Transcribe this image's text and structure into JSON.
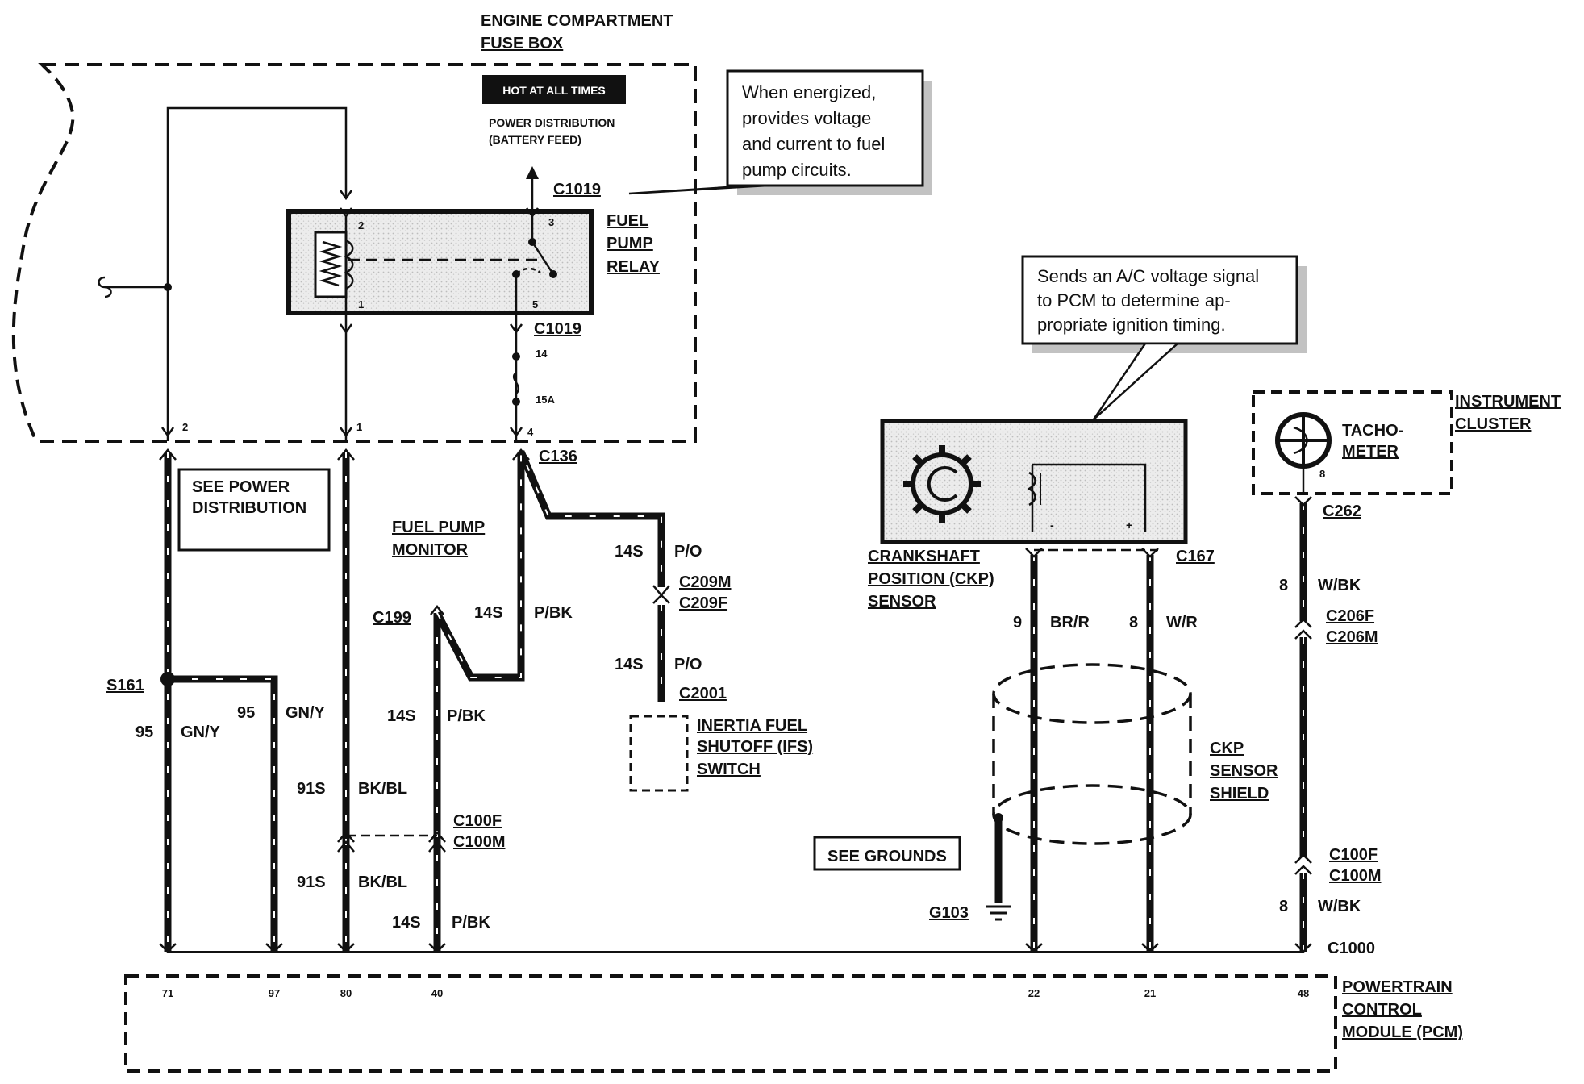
{
  "fuse_box": {
    "title_1": "ENGINE COMPARTMENT",
    "title_2": "FUSE BOX",
    "hot_label": "HOT AT ALL TIMES",
    "feed_1": "POWER DISTRIBUTION",
    "feed_2": "(BATTERY FEED)",
    "connector_top": "C1019",
    "connector_bottom": "C1019",
    "pin_14": "14",
    "fuse_rating": "15A",
    "pin_2": "2",
    "pin_1": "1",
    "pin_4": "4"
  },
  "relay": {
    "label_1": "FUEL",
    "label_2": "PUMP",
    "label_3": "RELAY",
    "pin_2": "2",
    "pin_3": "3",
    "pin_1": "1",
    "pin_5": "5"
  },
  "callout_relay": {
    "line_1": "When energized,",
    "line_2": "provides voltage",
    "line_3": "and current to fuel",
    "line_4": "pump circuits."
  },
  "callout_ckp": {
    "line_1": "Sends an A/C voltage signal",
    "line_2": "to PCM to determine ap-",
    "line_3": "propriate ignition timing."
  },
  "connectors": {
    "c136": "C136",
    "c199": "C199",
    "c209m": "C209M",
    "c209f": "C209F",
    "c2001": "C2001",
    "c100f": "C100F",
    "c100m": "C100M",
    "c167": "C167",
    "c262": "C262",
    "c206f": "C206F",
    "c206m": "C206M",
    "c100f_r": "C100F",
    "c100m_r": "C100M",
    "c1000": "C1000",
    "s161": "S161",
    "g103": "G103"
  },
  "boxes": {
    "see_power_1": "SEE POWER",
    "see_power_2": "DISTRIBUTION",
    "see_grounds": "SEE GROUNDS",
    "fuel_pump_monitor_1": "FUEL PUMP",
    "fuel_pump_monitor_2": "MONITOR",
    "ifs_1": "INERTIA FUEL",
    "ifs_2": "SHUTOFF (IFS)",
    "ifs_3": "SWITCH",
    "ckp_1": "CRANKSHAFT",
    "ckp_2": "POSITION (CKP)",
    "ckp_3": "SENSOR",
    "ckp_minus": "-",
    "ckp_plus": "+",
    "shield_1": "CKP",
    "shield_2": "SENSOR",
    "shield_3": "SHIELD",
    "cluster_1": "INSTRUMENT",
    "cluster_2": "CLUSTER",
    "tacho_1": "TACHO-",
    "tacho_2": "METER",
    "tacho_pin": "8",
    "pcm_1": "POWERTRAIN",
    "pcm_2": "CONTROL",
    "pcm_3": "MODULE (PCM)"
  },
  "wire_labels": {
    "w95a_num": "95",
    "w95a_col": "GN/Y",
    "w95b_num": "95",
    "w95b_col": "GN/Y",
    "w91a_num": "91S",
    "w91a_col": "BK/BL",
    "w91b_num": "91S",
    "w91b_col": "BK/BL",
    "w14a_num": "14S",
    "w14a_col": "P/BK",
    "w14b_num": "14S",
    "w14b_col": "P/BK",
    "w14c_num": "14S",
    "w14c_col": "P/BK",
    "w14d_num": "14S",
    "w14d_col": "P/O",
    "w14e_num": "14S",
    "w14e_col": "P/O",
    "w9_num": "9",
    "w9_col": "BR/R",
    "w8a_num": "8",
    "w8a_col": "W/R",
    "w8b_num": "8",
    "w8b_col": "W/BK",
    "w8c_num": "8",
    "w8c_col": "W/BK"
  },
  "pcm_pins": [
    "71",
    "97",
    "80",
    "40",
    "22",
    "21",
    "48"
  ]
}
